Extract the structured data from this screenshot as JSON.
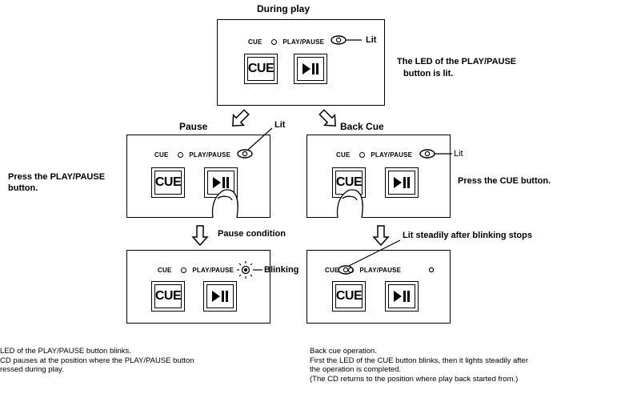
{
  "titles": {
    "during_play": "During play",
    "pause": "Pause",
    "back_cue": "Back Cue"
  },
  "panel": {
    "cue_label": "CUE",
    "play_pause_label": "PLAY/PAUSE",
    "cue_button": "CUE"
  },
  "annotations": {
    "lit": "Lit",
    "lit_back_cue": "Lit",
    "lit_steadily": "Lit steadily after blinking stops",
    "blinking": "Blinking",
    "pause_condition": "Pause condition"
  },
  "notes": {
    "led_lit": [
      "The LED of the PLAY/PAUSE",
      "button is lit."
    ],
    "press_play_pause": [
      "Press the PLAY/PAUSE",
      "button."
    ],
    "press_cue": "Press the CUE button.",
    "pause_result": [
      "LED of the PLAY/PAUSE button blinks.",
      "CD pauses at the position where the PLAY/PAUSE button",
      "ressed during play."
    ],
    "back_cue_result": [
      "Back cue operation.",
      "First the LED of the CUE button blinks, then it lights steadily after",
      "the operation is completed.",
      "(The CD returns to the position where play back started from.)"
    ]
  },
  "icons": {
    "play_pause": "play-pause-icon",
    "led": "led-indicator-icon",
    "arrow": "down-arrow-icon",
    "finger": "pressing-finger-icon"
  }
}
